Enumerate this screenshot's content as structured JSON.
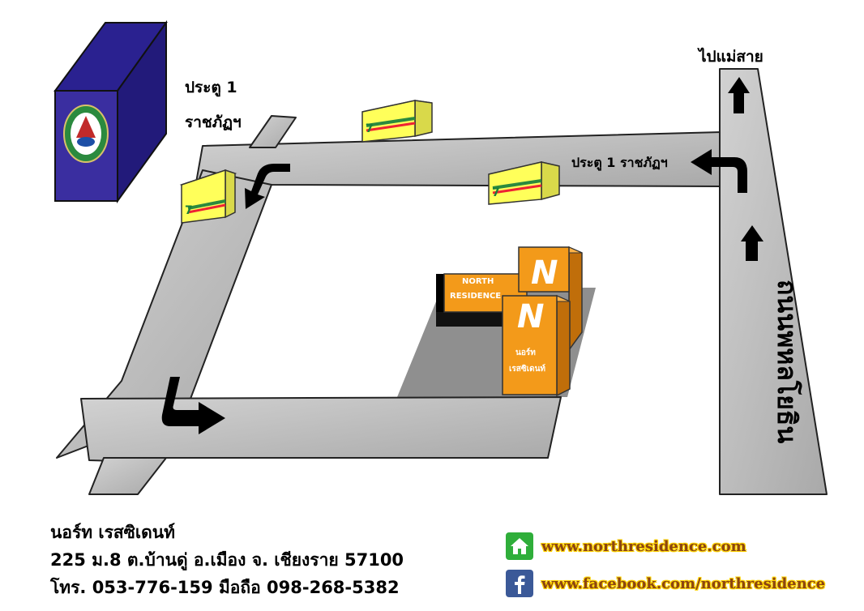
{
  "map": {
    "gate_label_line1": "ประตู 1",
    "gate_label_line2": "ราชภัฏฯ",
    "gate_road_label": "ประตู 1 ราชภัฏฯ",
    "north_direction_label": "ไปแม่สาย",
    "highway_label": "ถนนพหลโยธิน",
    "building_name_en_line1": "NORTH",
    "building_name_en_line2": "RESIDENCE",
    "building_logo_letter": "N",
    "building_name_th_line1": "นอร์ท",
    "building_name_th_line2": "เรสซิเดนท์",
    "store_logo": "7",
    "colors": {
      "road": "#B9B9B9",
      "road_edge": "#222222",
      "university_building": "#3A2EA0",
      "store": "#FFFF5A",
      "residence": "#F39A1A",
      "parking": "#8F8F8F"
    }
  },
  "footer": {
    "name": "นอร์ท เรสซิเดนท์",
    "address": "225 ม.8 ต.บ้านดู่ อ.เมือง จ. เชียงราย 57100",
    "phone": "โทร. 053-776-159  มือถือ 098-268-5382",
    "website": "www.northresidence.com",
    "facebook": "www.facebook.com/northresidence"
  }
}
